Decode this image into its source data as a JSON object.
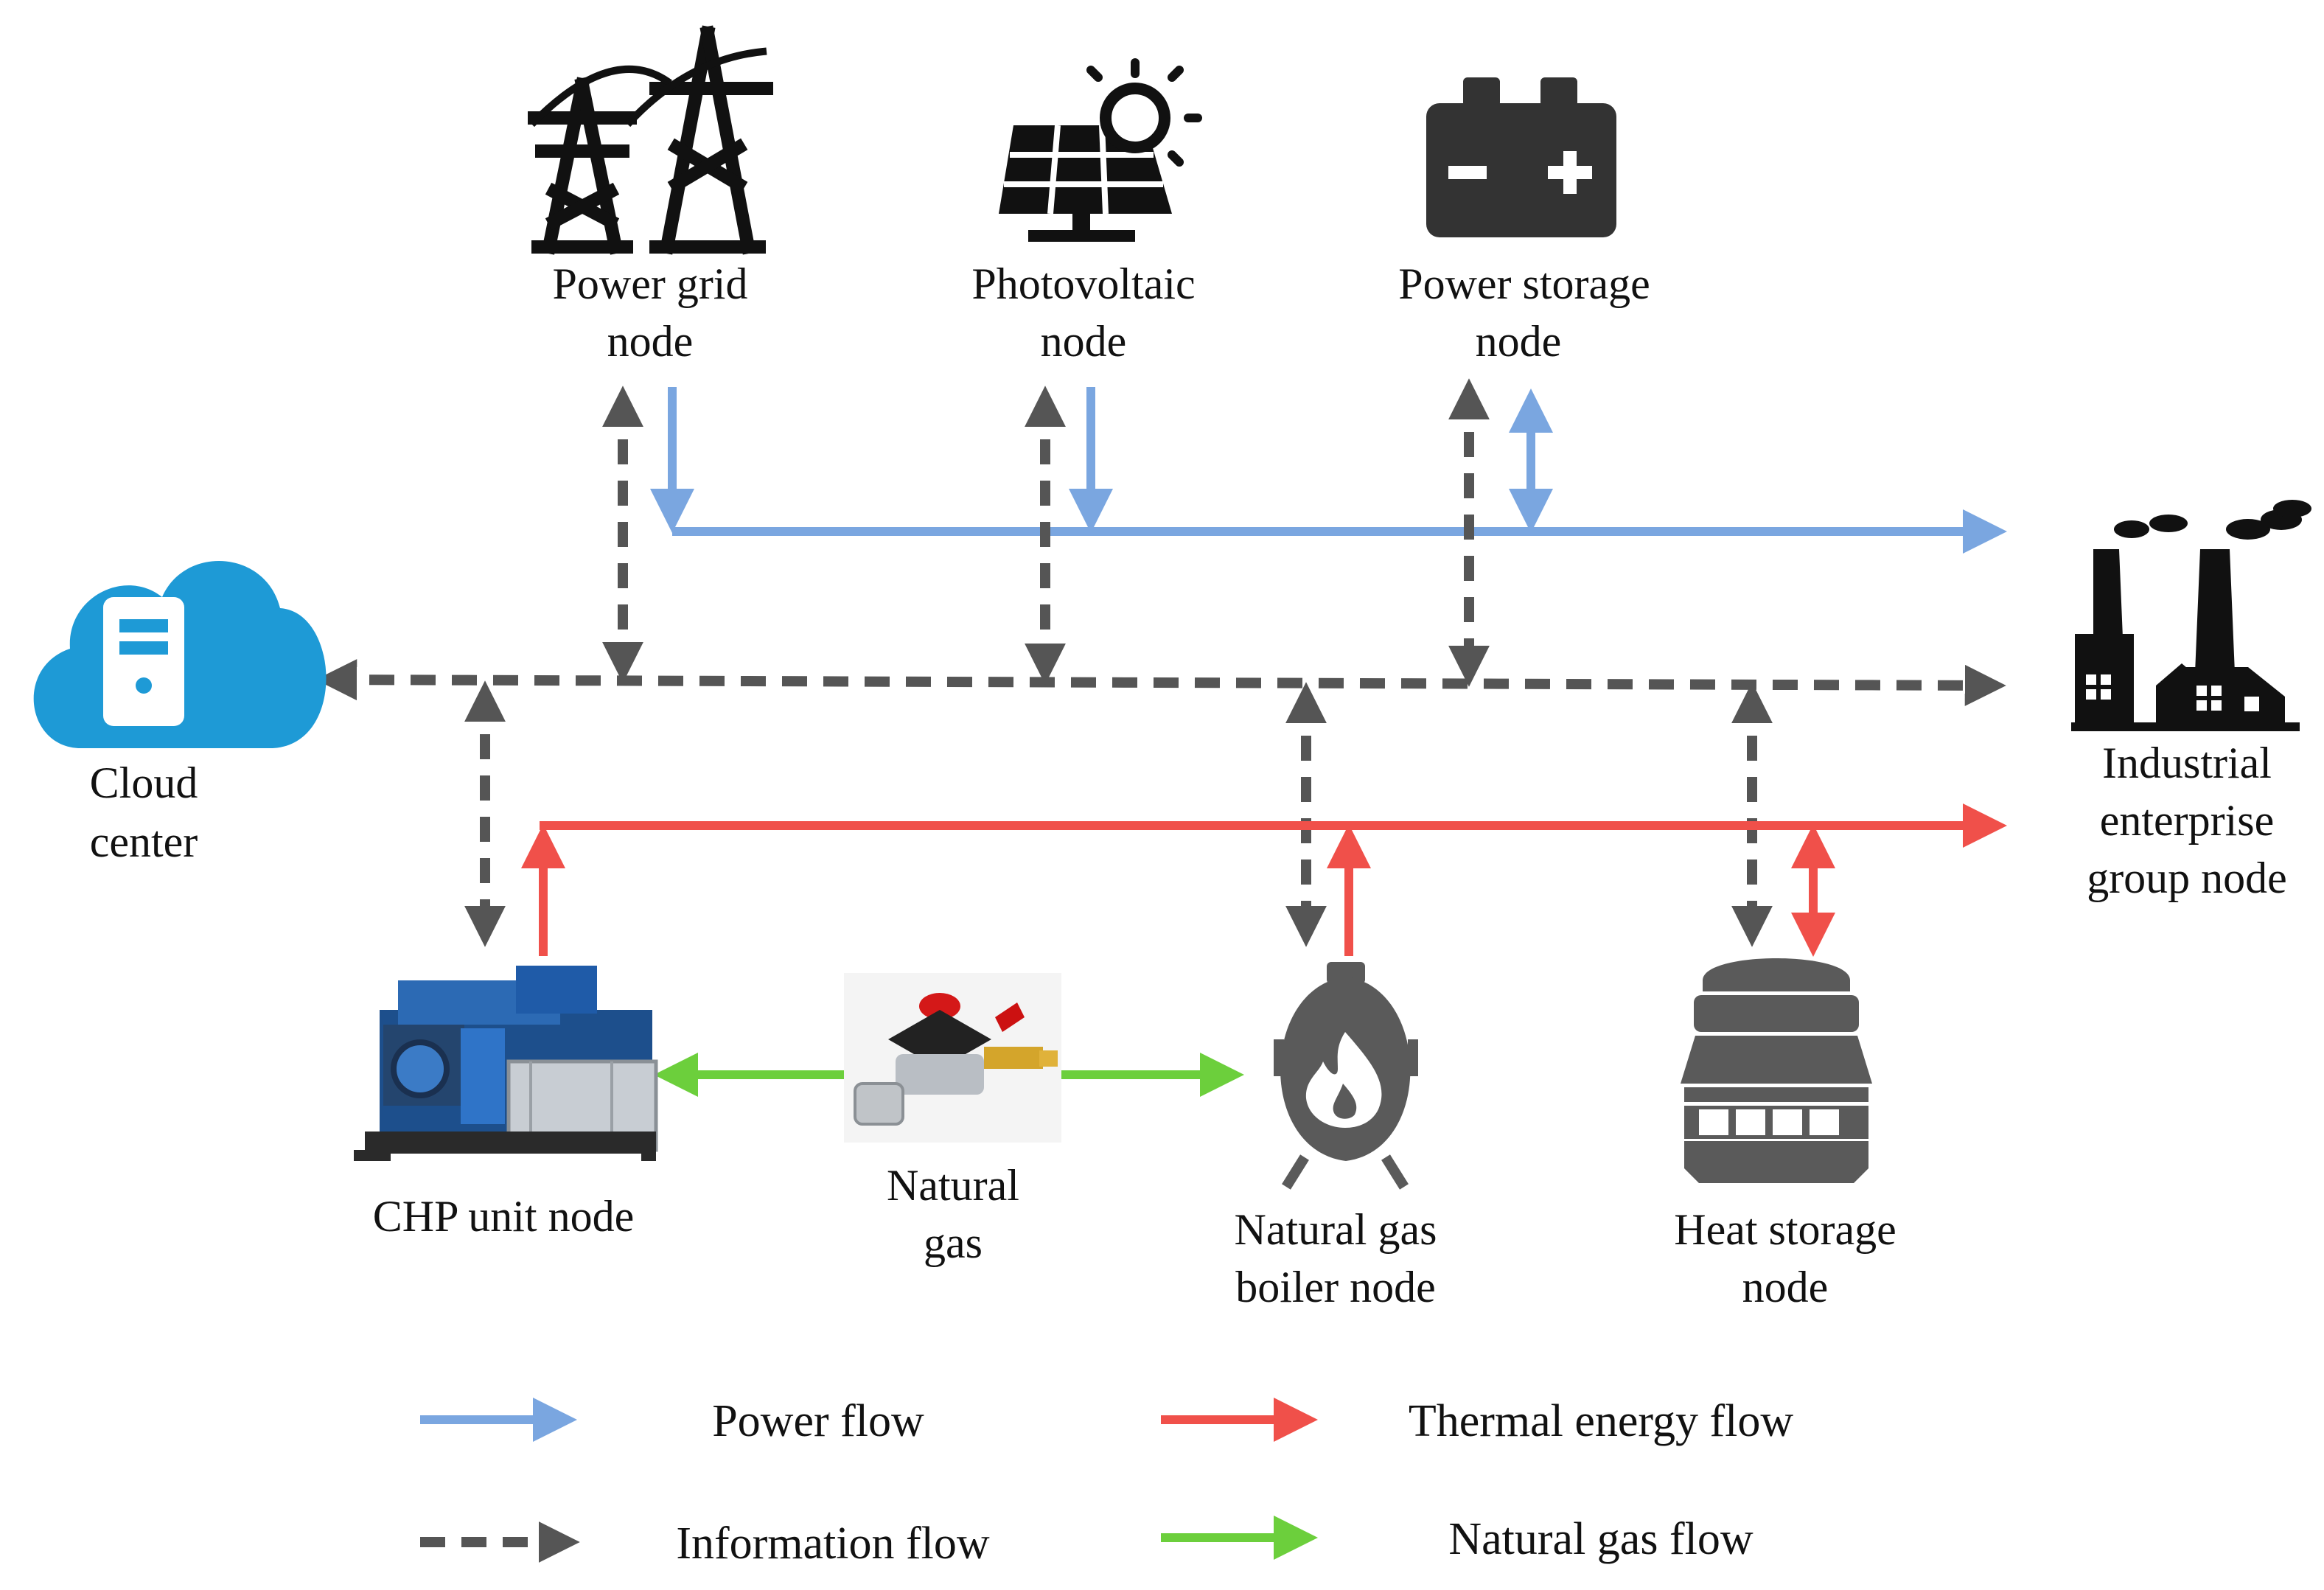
{
  "colors": {
    "power": "#7aa6e0",
    "info": "#555555",
    "thermal": "#f0504a",
    "gas": "#6ccf3c",
    "cloud": "#1e9ad6",
    "icon_dark": "#111111",
    "storage_icon": "#333333",
    "gray_icon": "#5a5a5a"
  },
  "nodes": {
    "power_grid": {
      "icon": "transmission-tower-icon",
      "label": [
        "Power grid",
        "node"
      ]
    },
    "photovoltaic": {
      "icon": "solar-panel-icon",
      "label": [
        "Photovoltaic",
        "node"
      ]
    },
    "power_storage": {
      "icon": "battery-icon",
      "label": [
        "Power storage",
        "node"
      ]
    },
    "cloud": {
      "icon": "cloud-server-icon",
      "label": [
        "Cloud",
        "center"
      ]
    },
    "industrial": {
      "icon": "factory-icon",
      "label": [
        "Industrial",
        "enterprise",
        "group node"
      ]
    },
    "chp": {
      "icon": "chp-generator-icon",
      "label": [
        "CHP unit node"
      ]
    },
    "natural_gas": {
      "icon": "gas-valve-icon",
      "label": [
        "Natural",
        "gas"
      ]
    },
    "boiler": {
      "icon": "boiler-icon",
      "label": [
        "Natural gas",
        "boiler node"
      ]
    },
    "heat_storage": {
      "icon": "heat-tank-icon",
      "label": [
        "Heat storage",
        "node"
      ]
    }
  },
  "legend": {
    "power": "Power flow",
    "thermal": "Thermal energy flow",
    "info": "Information flow",
    "gas": "Natural gas flow"
  }
}
